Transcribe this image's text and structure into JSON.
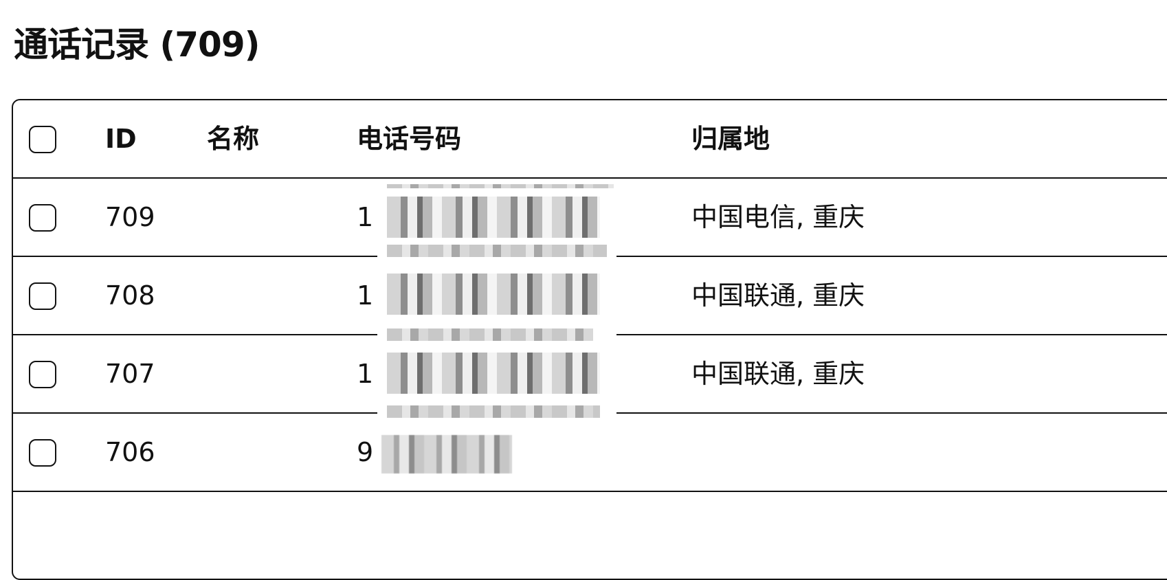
{
  "page": {
    "title": "通话记录 (709)"
  },
  "table": {
    "columns": {
      "id": "ID",
      "name": "名称",
      "phone": "电话号码",
      "location": "归属地"
    },
    "rows": [
      {
        "id": "709",
        "name": "",
        "phone_visible": "1",
        "location": "中国电信, 重庆"
      },
      {
        "id": "708",
        "name": "",
        "phone_visible": "1",
        "location": "中国联通, 重庆"
      },
      {
        "id": "707",
        "name": "",
        "phone_visible": "1",
        "location": "中国联通, 重庆"
      },
      {
        "id": "706",
        "name": "",
        "phone_visible": "9",
        "location": ""
      }
    ]
  },
  "icons": {
    "row_checkbox": "checkbox-empty-icon",
    "header_checkbox": "checkbox-empty-icon"
  }
}
